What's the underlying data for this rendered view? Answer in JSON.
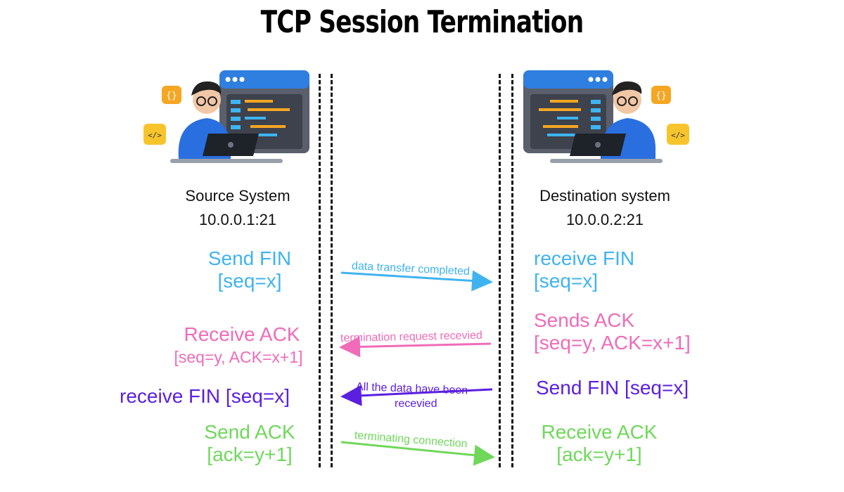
{
  "title": "TCP Session Termination",
  "source": {
    "name": "Source System",
    "address": "10.0.0.1:21"
  },
  "destination": {
    "name": "Destination system",
    "address": "10.0.0.2:21"
  },
  "colors": {
    "blue": "#3fb3f0",
    "pink": "#f06bb8",
    "purple": "#5b1fe0",
    "green": "#6fd85a"
  },
  "steps": [
    {
      "left": [
        "Send FIN",
        "[seq=x]"
      ],
      "right": [
        "receive FIN",
        "[seq=x]"
      ],
      "arrow": "data transfer completed",
      "direction": "right",
      "color": "#3fb3f0"
    },
    {
      "left": [
        "Receive ACK",
        "[seq=y, ACK=x+1]"
      ],
      "right": [
        "Sends ACK",
        "[seq=y, ACK=x+1]"
      ],
      "arrow": "termination request recevied",
      "direction": "left",
      "color": "#f06bb8"
    },
    {
      "left": [
        "receive FIN [seq=x]"
      ],
      "right": [
        "Send FIN [seq=x]"
      ],
      "arrow": [
        "All the data have been",
        "recevied"
      ],
      "direction": "left",
      "color": "#5b1fe0"
    },
    {
      "left": [
        "Send ACK",
        "[ack=y+1]"
      ],
      "right": [
        "Receive ACK",
        "[ack=y+1]"
      ],
      "arrow": "terminating connection",
      "direction": "right",
      "color": "#6fd85a"
    }
  ]
}
